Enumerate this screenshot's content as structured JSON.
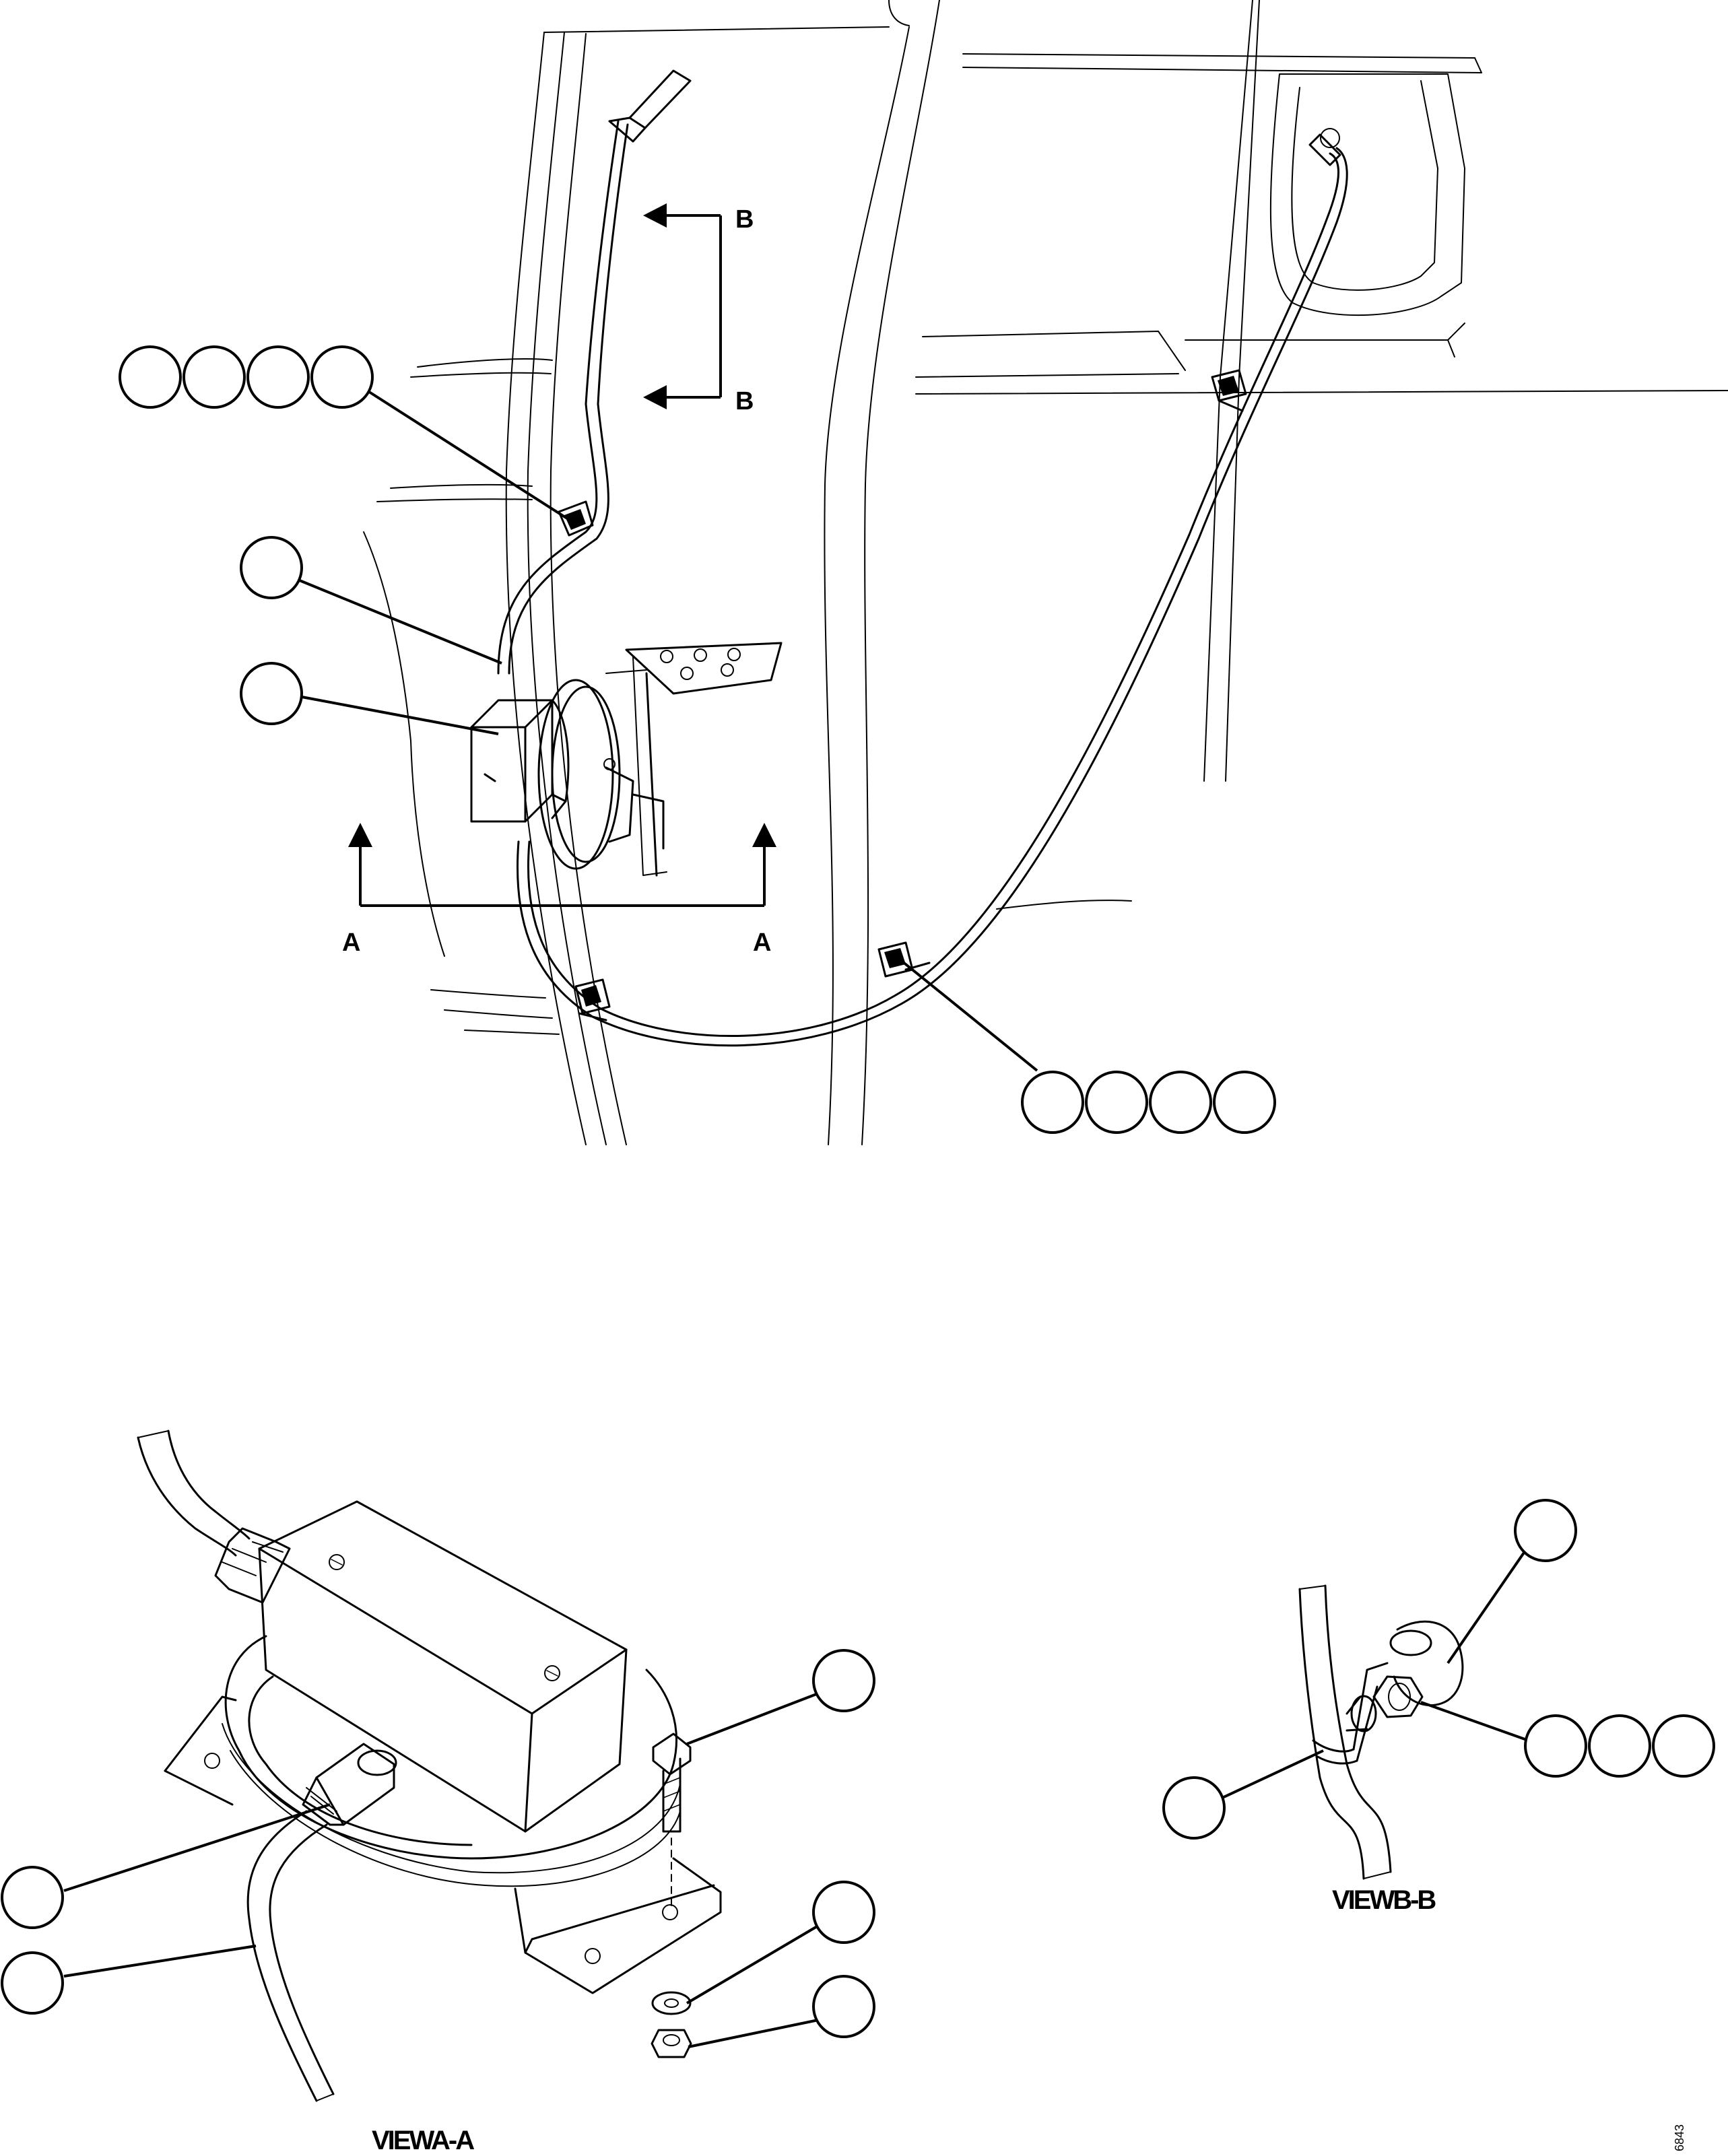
{
  "sections": {
    "a": {
      "letter": "A",
      "view_title": "VIEWA-A"
    },
    "b": {
      "letter": "B",
      "view_title": "VIEWB-B"
    }
  },
  "drawing_ref": "6843"
}
